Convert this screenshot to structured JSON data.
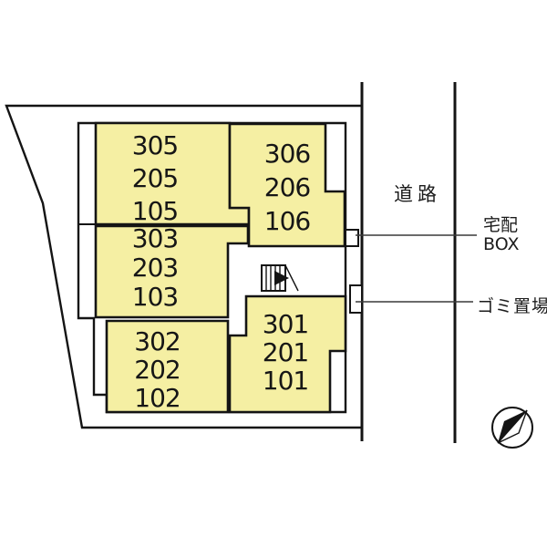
{
  "colors": {
    "bg": "#ffffff",
    "room_fill": "#f5efa3",
    "line": "#141414",
    "leader": "#3a3a3a"
  },
  "blocks": [
    {
      "id": "west-upper",
      "units": [
        "305",
        "205",
        "105"
      ]
    },
    {
      "id": "east-upper",
      "units": [
        "306",
        "206",
        "106"
      ]
    },
    {
      "id": "west-middle",
      "units": [
        "303",
        "203",
        "103"
      ]
    },
    {
      "id": "west-lower",
      "units": [
        "302",
        "202",
        "102"
      ]
    },
    {
      "id": "east-lower",
      "units": [
        "301",
        "201",
        "101"
      ]
    }
  ],
  "labels": {
    "road": "道路",
    "delivery_line1": "宅配",
    "delivery_line2": "BOX",
    "garbage": "ゴミ置場"
  },
  "icons": {
    "stairs": "stairs-icon",
    "compass": "compass-north-arrow-icon"
  }
}
